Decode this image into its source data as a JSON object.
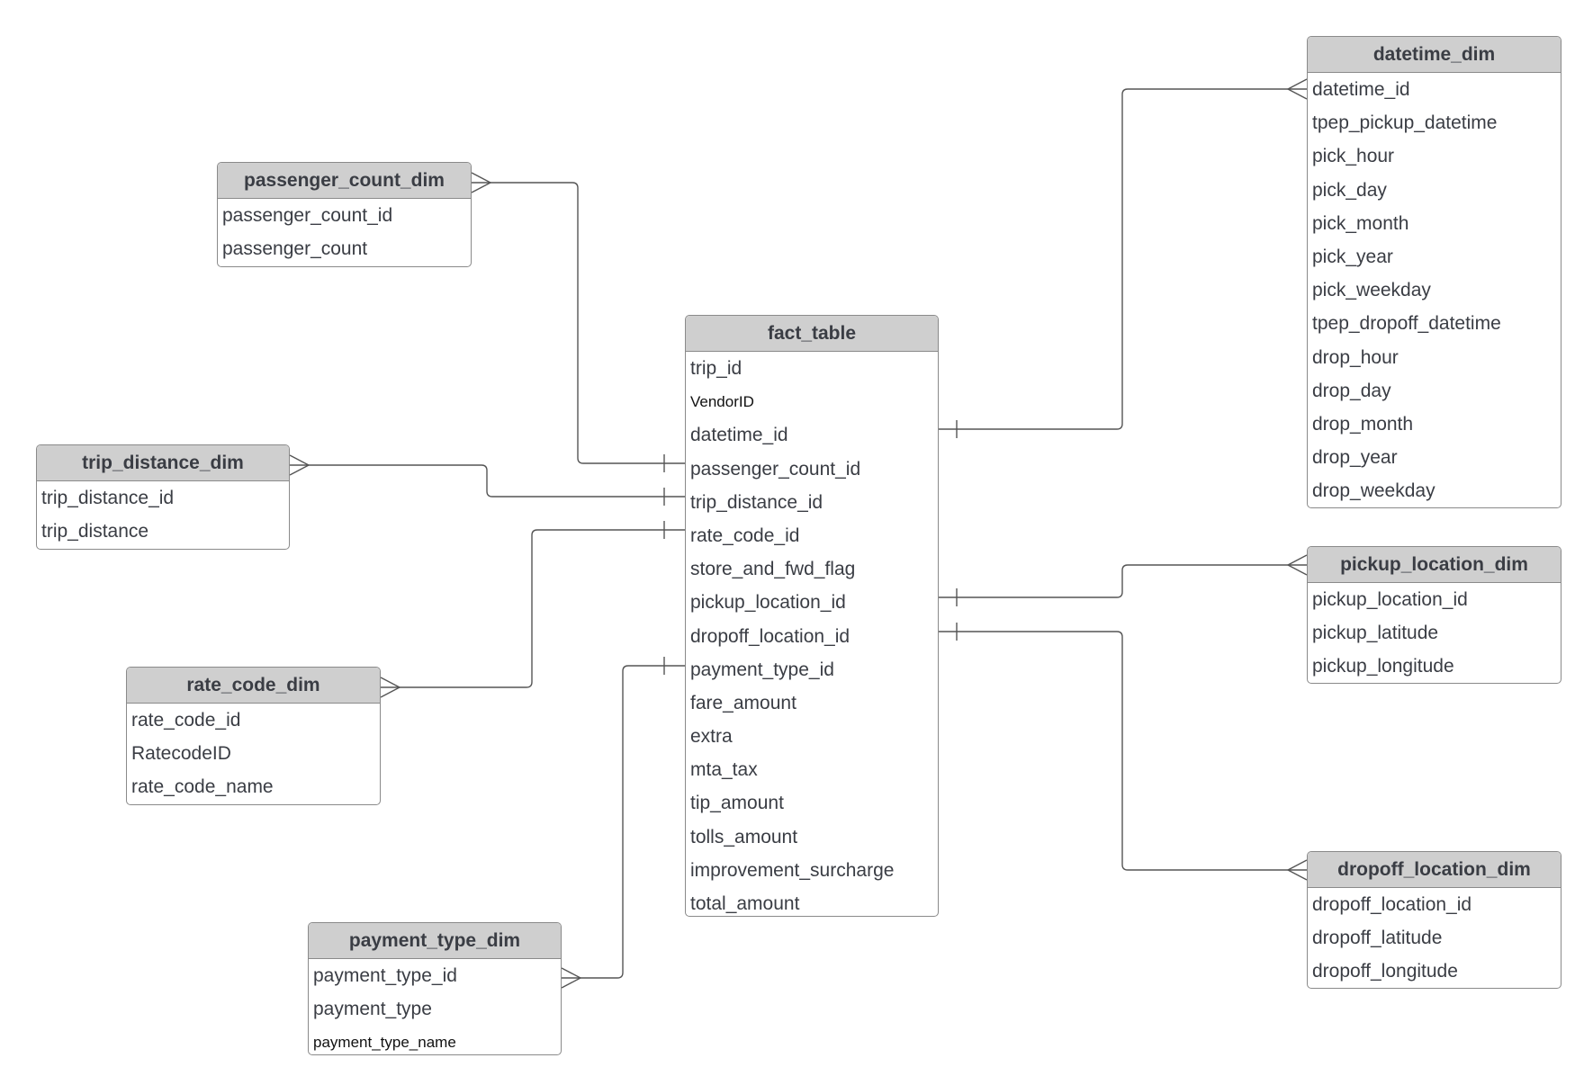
{
  "colors": {
    "header_fill": "#cfcfcf",
    "border": "#8a8a8a",
    "text": "#3a3d44",
    "line": "#555555"
  },
  "entities": {
    "fact_table": {
      "title": "fact_table",
      "fields": [
        "trip_id",
        "VendorID",
        "datetime_id",
        "passenger_count_id",
        "trip_distance_id",
        "rate_code_id",
        "store_and_fwd_flag",
        "pickup_location_id",
        "dropoff_location_id",
        "payment_type_id",
        "fare_amount",
        "extra",
        "mta_tax",
        "tip_amount",
        "tolls_amount",
        "improvement_surcharge",
        "total_amount"
      ]
    },
    "passenger_count_dim": {
      "title": "passenger_count_dim",
      "fields": [
        "passenger_count_id",
        "passenger_count"
      ]
    },
    "trip_distance_dim": {
      "title": "trip_distance_dim",
      "fields": [
        "trip_distance_id",
        "trip_distance"
      ]
    },
    "rate_code_dim": {
      "title": "rate_code_dim",
      "fields": [
        "rate_code_id",
        "RatecodeID",
        "rate_code_name"
      ]
    },
    "payment_type_dim": {
      "title": "payment_type_dim",
      "fields": [
        "payment_type_id",
        "payment_type",
        "payment_type_name"
      ]
    },
    "datetime_dim": {
      "title": "datetime_dim",
      "fields": [
        "datetime_id",
        "tpep_pickup_datetime",
        "pick_hour",
        "pick_day",
        "pick_month",
        "pick_year",
        "pick_weekday",
        "tpep_dropoff_datetime",
        "drop_hour",
        "drop_day",
        "drop_month",
        "drop_year",
        "drop_weekday"
      ]
    },
    "pickup_location_dim": {
      "title": "pickup_location_dim",
      "fields": [
        "pickup_location_id",
        "pickup_latitude",
        "pickup_longitude"
      ]
    },
    "dropoff_location_dim": {
      "title": "dropoff_location_dim",
      "fields": [
        "dropoff_location_id",
        "dropoff_latitude",
        "dropoff_longitude"
      ]
    }
  },
  "relationships": [
    {
      "from": "fact_table.passenger_count_id",
      "to": "passenger_count_dim",
      "from_card": "one",
      "to_card": "many"
    },
    {
      "from": "fact_table.trip_distance_id",
      "to": "trip_distance_dim",
      "from_card": "one",
      "to_card": "many"
    },
    {
      "from": "fact_table.rate_code_id",
      "to": "rate_code_dim",
      "from_card": "one",
      "to_card": "many"
    },
    {
      "from": "fact_table.payment_type_id",
      "to": "payment_type_dim",
      "from_card": "one",
      "to_card": "many"
    },
    {
      "from": "fact_table.datetime_id",
      "to": "datetime_dim",
      "from_card": "one",
      "to_card": "many"
    },
    {
      "from": "fact_table.pickup_location_id",
      "to": "pickup_location_dim",
      "from_card": "one",
      "to_card": "many"
    },
    {
      "from": "fact_table.dropoff_location_id",
      "to": "dropoff_location_dim",
      "from_card": "one",
      "to_card": "many"
    }
  ]
}
